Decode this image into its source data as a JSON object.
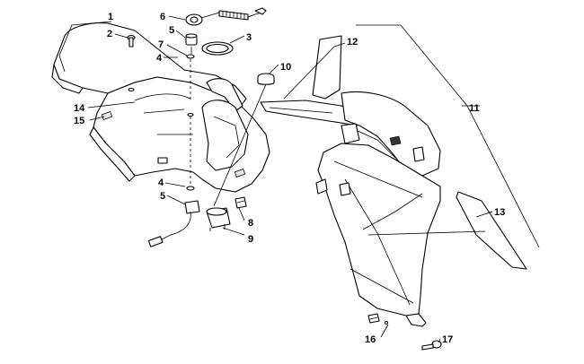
{
  "callouts": [
    {
      "id": "c1",
      "text": "1"
    },
    {
      "id": "c2",
      "text": "2"
    },
    {
      "id": "c3",
      "text": "3"
    },
    {
      "id": "c4a",
      "text": "4"
    },
    {
      "id": "c4b",
      "text": "4"
    },
    {
      "id": "c5a",
      "text": "5"
    },
    {
      "id": "c5b",
      "text": "5"
    },
    {
      "id": "c6",
      "text": "6"
    },
    {
      "id": "c7",
      "text": "7"
    },
    {
      "id": "c8",
      "text": "8"
    },
    {
      "id": "c9",
      "text": "9"
    },
    {
      "id": "c10",
      "text": "10"
    },
    {
      "id": "c11",
      "text": "11"
    },
    {
      "id": "c12",
      "text": "12"
    },
    {
      "id": "c13",
      "text": "13"
    },
    {
      "id": "c14",
      "text": "14"
    },
    {
      "id": "c15",
      "text": "15"
    },
    {
      "id": "c16",
      "text": "16"
    },
    {
      "id": "c17",
      "text": "17"
    }
  ]
}
